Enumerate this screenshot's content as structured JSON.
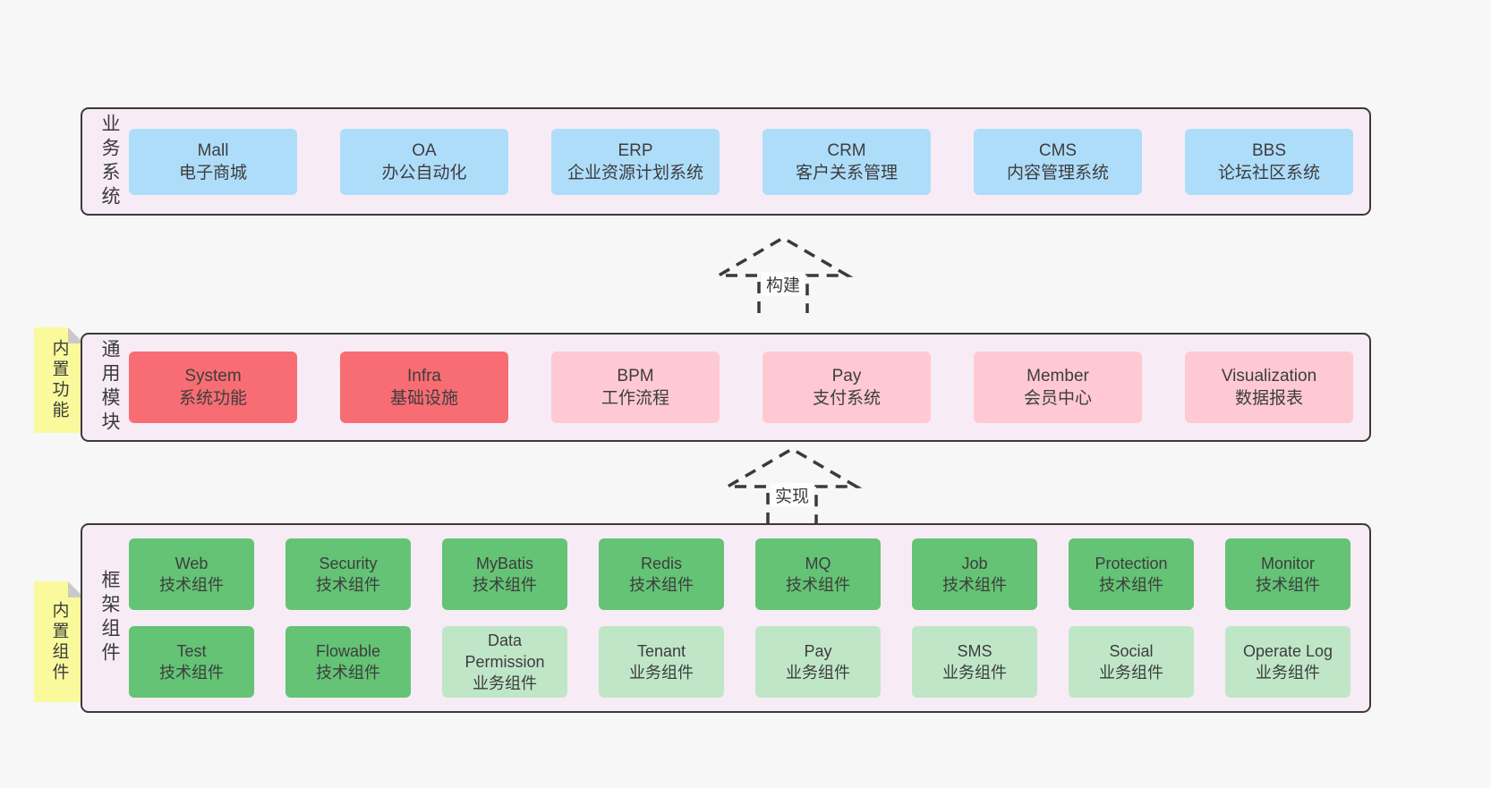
{
  "colors": {
    "page_bg": "#f7f7f7",
    "panel_bg": "#f7ecf5",
    "panel_border": "#3a3a3a",
    "sticky_bg": "#fafa9d",
    "sticky_fold": "#c9c9c9",
    "arrow": "#3a3a3a",
    "text": "#3d3d3d",
    "blue": "#aeddfa",
    "red": "#f76d73",
    "pink": "#ffc9d3",
    "green_dark": "#64c375",
    "green_light": "#c0e6c8"
  },
  "arrows": [
    {
      "label": "构建"
    },
    {
      "label": "实现"
    }
  ],
  "layers": [
    {
      "id": "business",
      "side_label": "业务系统",
      "sticky": null,
      "boxes_rows": [
        [
          {
            "title": "Mall",
            "subtitle": "电子商城",
            "color": "blue"
          },
          {
            "title": "OA",
            "subtitle": "办公自动化",
            "color": "blue"
          },
          {
            "title": "ERP",
            "subtitle": "企业资源计划系统",
            "color": "blue"
          },
          {
            "title": "CRM",
            "subtitle": "客户关系管理",
            "color": "blue"
          },
          {
            "title": "CMS",
            "subtitle": "内容管理系统",
            "color": "blue"
          },
          {
            "title": "BBS",
            "subtitle": "论坛社区系统",
            "color": "blue"
          }
        ]
      ]
    },
    {
      "id": "modules",
      "side_label": "通用模块",
      "sticky": "内置功能",
      "boxes_rows": [
        [
          {
            "title": "System",
            "subtitle": "系统功能",
            "color": "red"
          },
          {
            "title": "Infra",
            "subtitle": "基础设施",
            "color": "red"
          },
          {
            "title": "BPM",
            "subtitle": "工作流程",
            "color": "pink"
          },
          {
            "title": "Pay",
            "subtitle": "支付系统",
            "color": "pink"
          },
          {
            "title": "Member",
            "subtitle": "会员中心",
            "color": "pink"
          },
          {
            "title": "Visualization",
            "subtitle": "数据报表",
            "color": "pink"
          }
        ]
      ]
    },
    {
      "id": "components",
      "side_label": "框架组件",
      "sticky": "内置组件",
      "boxes_rows": [
        [
          {
            "title": "Web",
            "subtitle": "技术组件",
            "color": "green_dark"
          },
          {
            "title": "Security",
            "subtitle": "技术组件",
            "color": "green_dark"
          },
          {
            "title": "MyBatis",
            "subtitle": "技术组件",
            "color": "green_dark"
          },
          {
            "title": "Redis",
            "subtitle": "技术组件",
            "color": "green_dark"
          },
          {
            "title": "MQ",
            "subtitle": "技术组件",
            "color": "green_dark"
          },
          {
            "title": "Job",
            "subtitle": "技术组件",
            "color": "green_dark"
          },
          {
            "title": "Protection",
            "subtitle": "技术组件",
            "color": "green_dark"
          },
          {
            "title": "Monitor",
            "subtitle": "技术组件",
            "color": "green_dark"
          }
        ],
        [
          {
            "title": "Test",
            "subtitle": "技术组件",
            "color": "green_dark"
          },
          {
            "title": "Flowable",
            "subtitle": "技术组件",
            "color": "green_dark"
          },
          {
            "title": "Data Permission",
            "subtitle": "业务组件",
            "color": "green_light"
          },
          {
            "title": "Tenant",
            "subtitle": "业务组件",
            "color": "green_light"
          },
          {
            "title": "Pay",
            "subtitle": "业务组件",
            "color": "green_light"
          },
          {
            "title": "SMS",
            "subtitle": "业务组件",
            "color": "green_light"
          },
          {
            "title": "Social",
            "subtitle": "业务组件",
            "color": "green_light"
          },
          {
            "title": "Operate Log",
            "subtitle": "业务组件",
            "color": "green_light"
          }
        ]
      ]
    }
  ]
}
